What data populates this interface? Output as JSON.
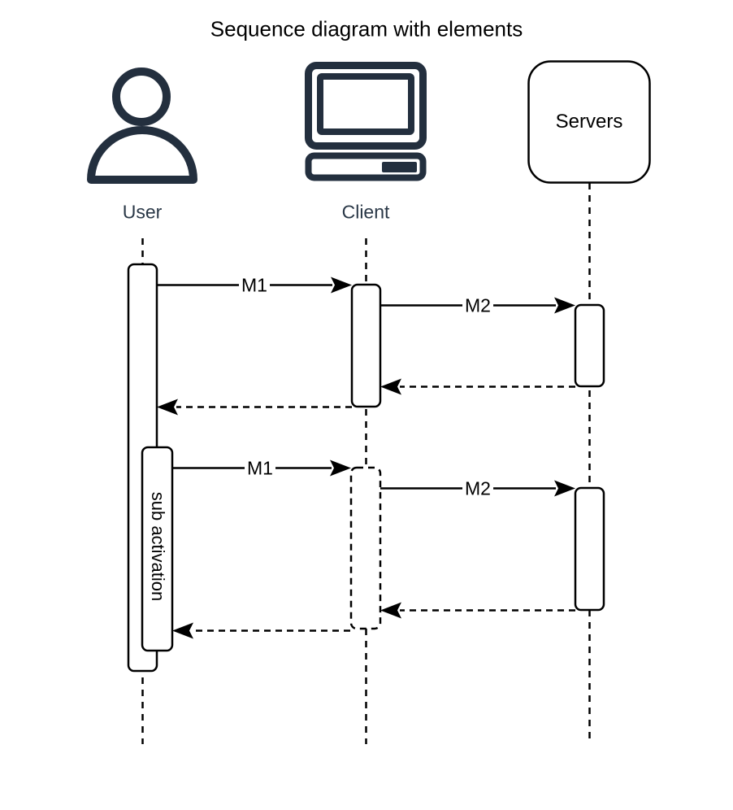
{
  "title": "Sequence diagram with elements",
  "colors": {
    "icon": "#232F3E",
    "line": "#000000",
    "label": "#2A3847"
  },
  "actors": [
    {
      "label": "User",
      "icon": "person-icon"
    },
    {
      "label": "Client",
      "icon": "computer-icon"
    },
    {
      "label": "Servers",
      "icon": "rounded-rect-node"
    }
  ],
  "messages": [
    {
      "label": "M1",
      "type": "solid-arrow",
      "from": "User",
      "to": "Client"
    },
    {
      "label": "M2",
      "type": "solid-arrow",
      "from": "Client",
      "to": "Servers"
    },
    {
      "label": "",
      "type": "dashed-return",
      "from": "Servers",
      "to": "Client"
    },
    {
      "label": "",
      "type": "dashed-return",
      "from": "Client",
      "to": "User"
    },
    {
      "label": "M1",
      "type": "solid-arrow",
      "from": "User",
      "to": "Client"
    },
    {
      "label": "M2",
      "type": "solid-arrow",
      "from": "Client",
      "to": "Servers"
    },
    {
      "label": "",
      "type": "dashed-return",
      "from": "Servers",
      "to": "Client"
    },
    {
      "label": "",
      "type": "dashed-return",
      "from": "Client",
      "to": "User"
    }
  ],
  "sub_activation_label": "sub activation"
}
